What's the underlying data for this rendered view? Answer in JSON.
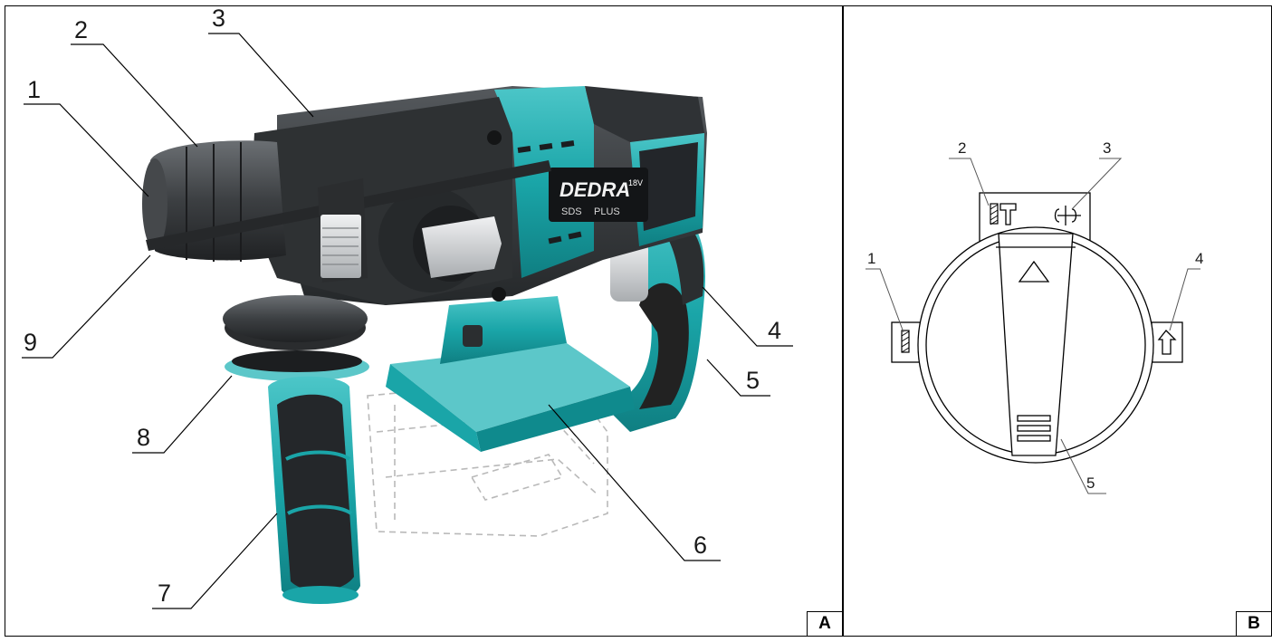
{
  "panel_a": {
    "tag": "A",
    "callouts": [
      "1",
      "2",
      "3",
      "4",
      "5",
      "6",
      "7",
      "8",
      "9"
    ],
    "brand_logo": "DEDRA",
    "badge_left": "SDS",
    "badge_right": "PLUS",
    "voltage": "18V"
  },
  "panel_b": {
    "tag": "B",
    "callouts": [
      "1",
      "2",
      "3",
      "4",
      "5"
    ]
  },
  "colors": {
    "teal": "#1aa5a8",
    "body_dark": "#3a3d40",
    "body_black": "#1e2022",
    "grey_light": "#c8cbcd",
    "line": "#000000"
  }
}
